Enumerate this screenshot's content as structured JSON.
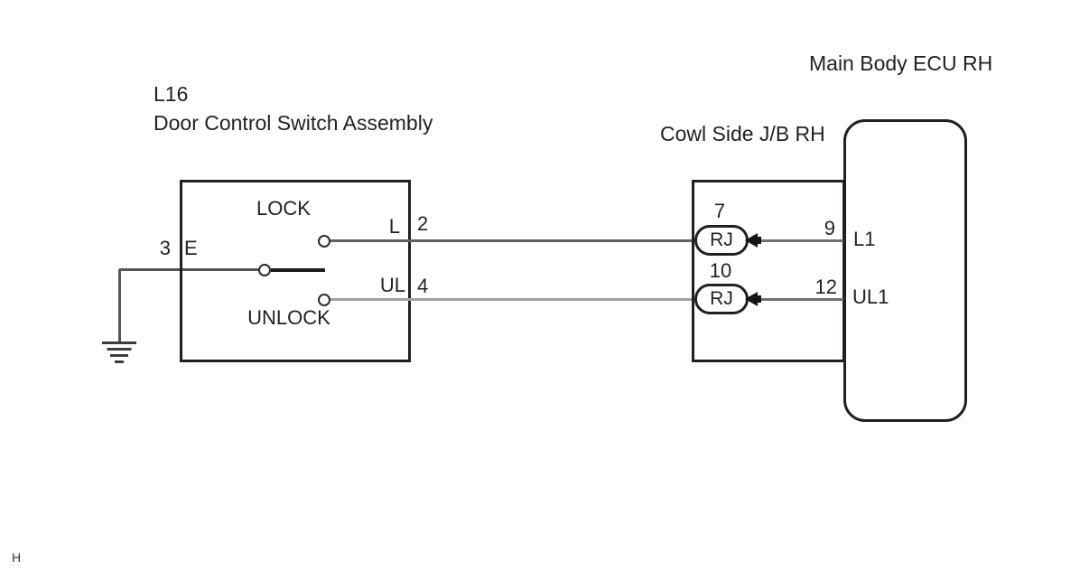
{
  "diagram": {
    "kind": "wiring-diagram",
    "page_marker": "H",
    "switch": {
      "ref": "L16",
      "name": "Door Control Switch Assembly",
      "positions": {
        "lock": "LOCK",
        "unlock": "UNLOCK"
      },
      "terminals": {
        "ground_pin": "3",
        "ground_name": "E",
        "lock_name": "L",
        "lock_pin": "2",
        "unlock_name": "UL",
        "unlock_pin": "4"
      }
    },
    "junction_block": {
      "name": "Cowl Side J/B RH",
      "connectors": [
        {
          "pin": "7",
          "label": "RJ"
        },
        {
          "pin": "10",
          "label": "RJ"
        }
      ]
    },
    "ecu": {
      "name": "Main Body ECU RH",
      "terminals": [
        {
          "pin": "9",
          "name": "L1"
        },
        {
          "pin": "12",
          "name": "UL1"
        }
      ]
    },
    "colors": {
      "line": "#231f20",
      "wire_lock": "#606060",
      "wire_unlock": "#a0a0a0",
      "wire_right": "#707070",
      "ground_wire": "#555555"
    }
  }
}
